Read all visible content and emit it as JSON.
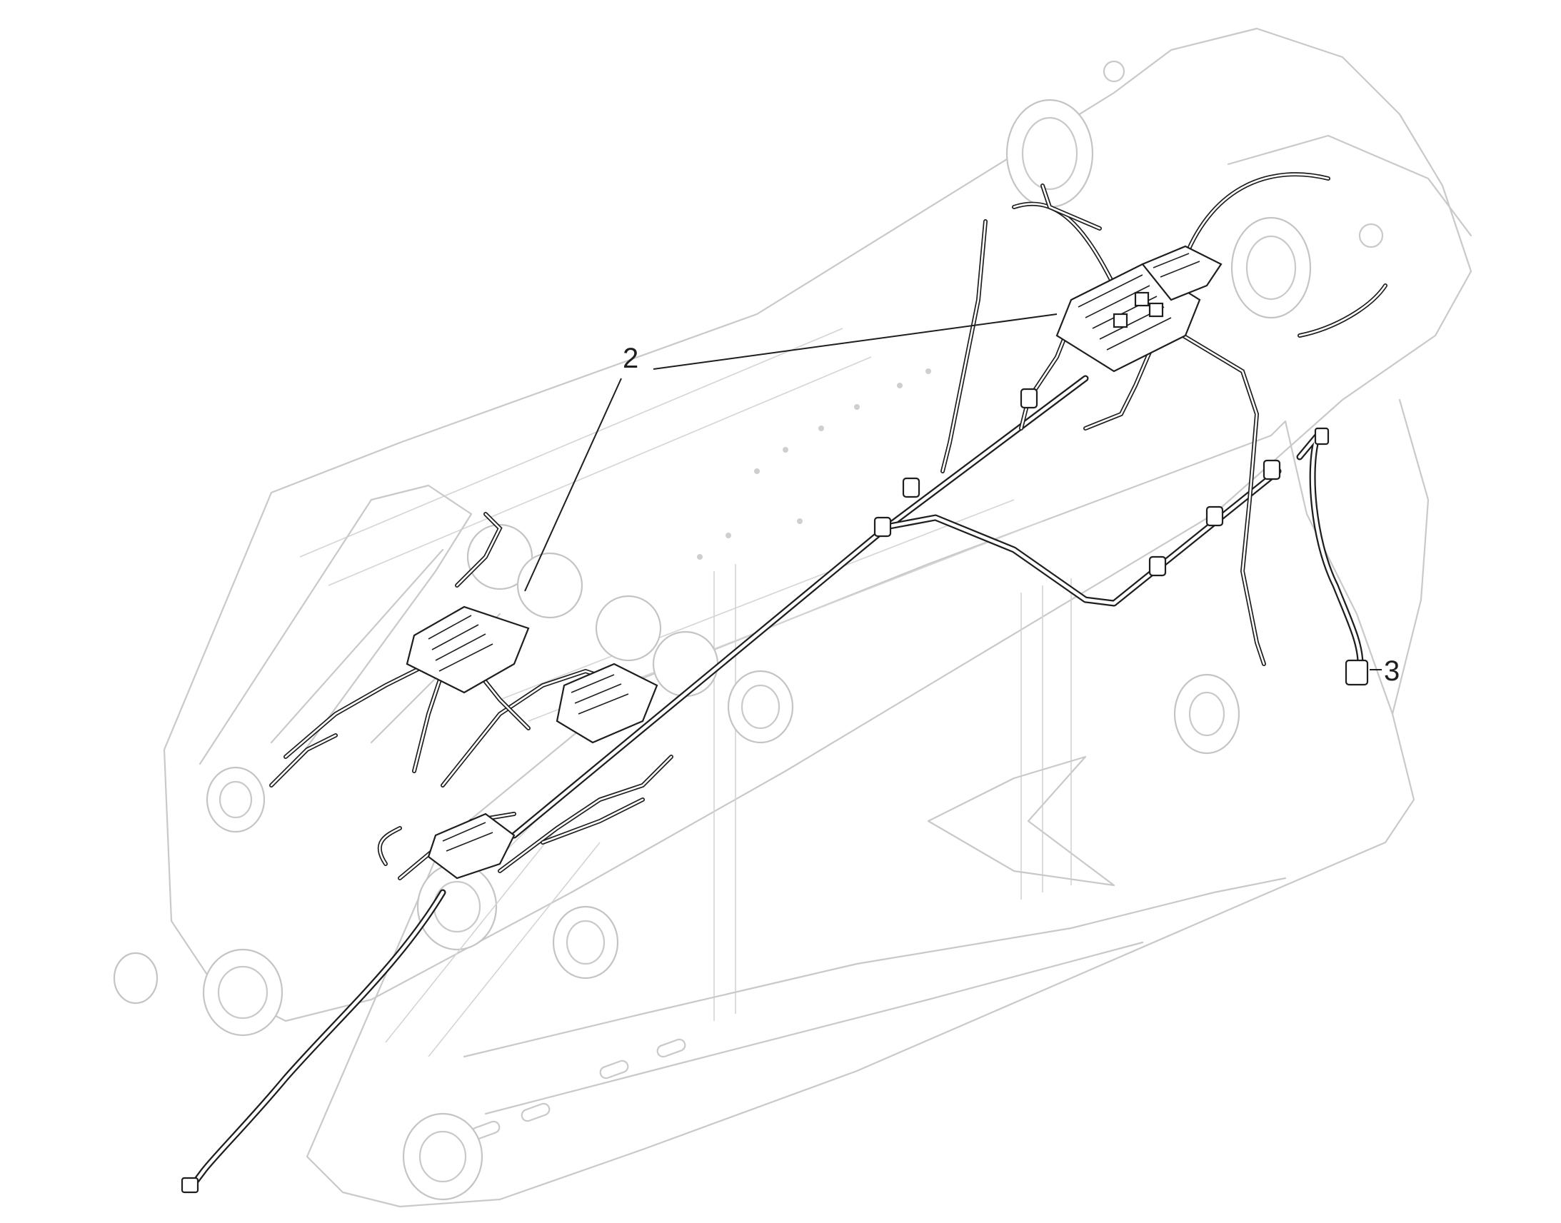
{
  "callouts": [
    {
      "id": "2",
      "label": "2"
    },
    {
      "id": "3",
      "label": "3"
    }
  ],
  "colors": {
    "background": "#ffffff",
    "component_outline": "#c9c9c9",
    "hose_and_line": "#1e1e1e"
  },
  "icons": {
    "machine_frame": "boom-frame-outline",
    "hydraulic_lines": "hose-routing",
    "valve_blocks": "distribution-block"
  }
}
